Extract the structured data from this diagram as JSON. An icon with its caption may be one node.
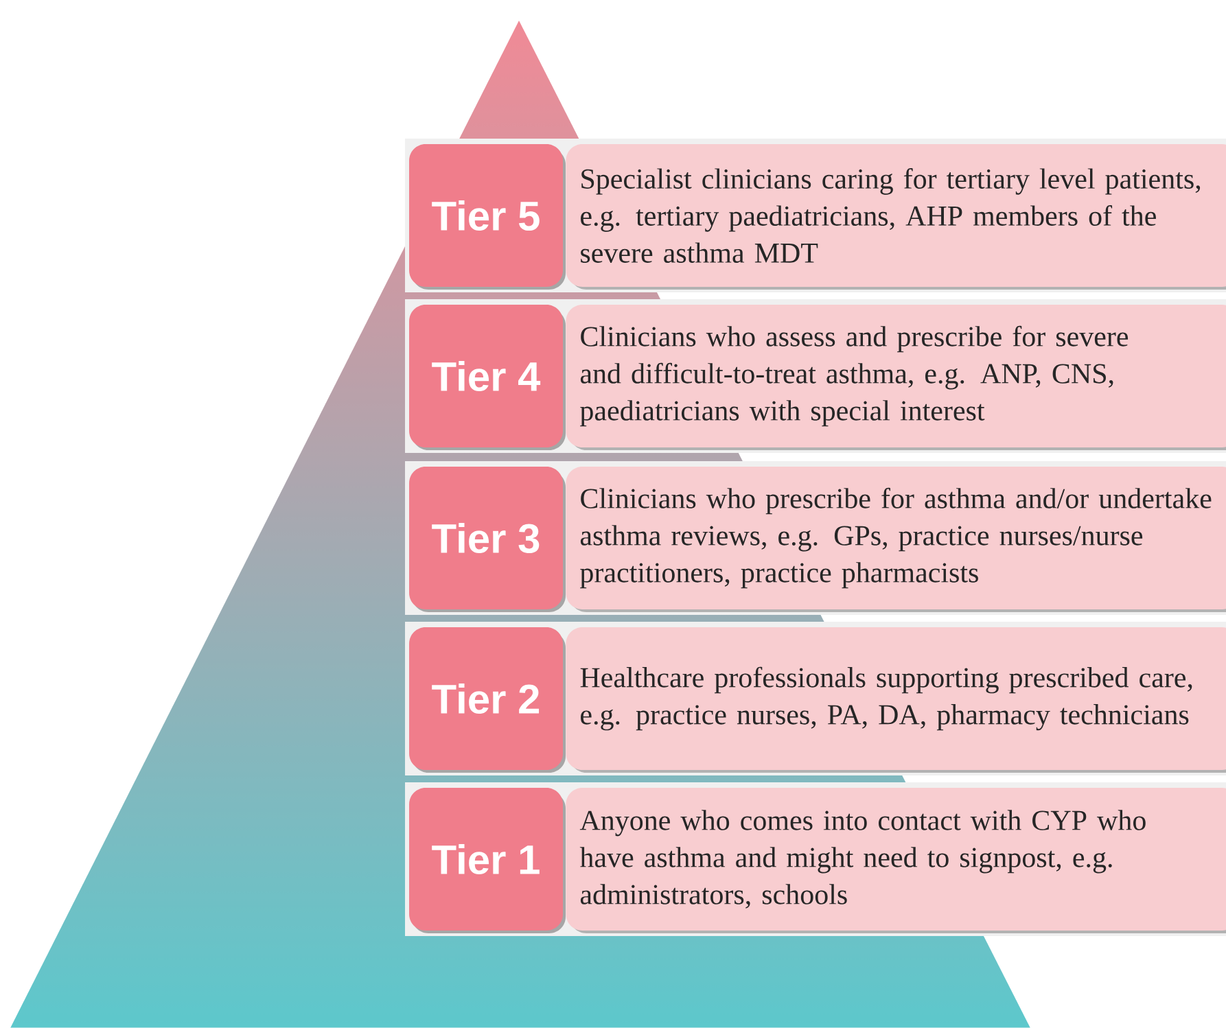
{
  "diagram": {
    "nodes": [
      {
        "text": [
          "Tier 5"
        ]
      },
      {
        "text": [
          "Specialist clinicians caring for tertiary level patients, e.g. tertiary paediatricians, AHP members of the severe asthma MDT"
        ]
      },
      {
        "text": [
          "Tier 4"
        ]
      },
      {
        "text": [
          "Clinicians who assess and prescribe for severe and difficult-to-treat asthma, e.g. ANP, CNS, paediatricians with special interest"
        ]
      },
      {
        "text": [
          "Tier 3"
        ]
      },
      {
        "text": [
          "Clinicians who prescribe for asthma and/or undertake asthma reviews, e.g. GPs, practice nurses/nurse practitioners, practice pharmacists"
        ]
      },
      {
        "text": [
          "Tier 2"
        ]
      },
      {
        "text": [
          "Healthcare professionals supporting prescribed care, e.g. practice nurses, PA, DA, pharmacy technicians"
        ]
      },
      {
        "text": [
          "Tier 1"
        ]
      },
      {
        "text": [
          "Anyone who comes into contact with CYP who have asthma and might need to signpost, e.g. administrators, schools"
        ]
      }
    ]
  }
}
